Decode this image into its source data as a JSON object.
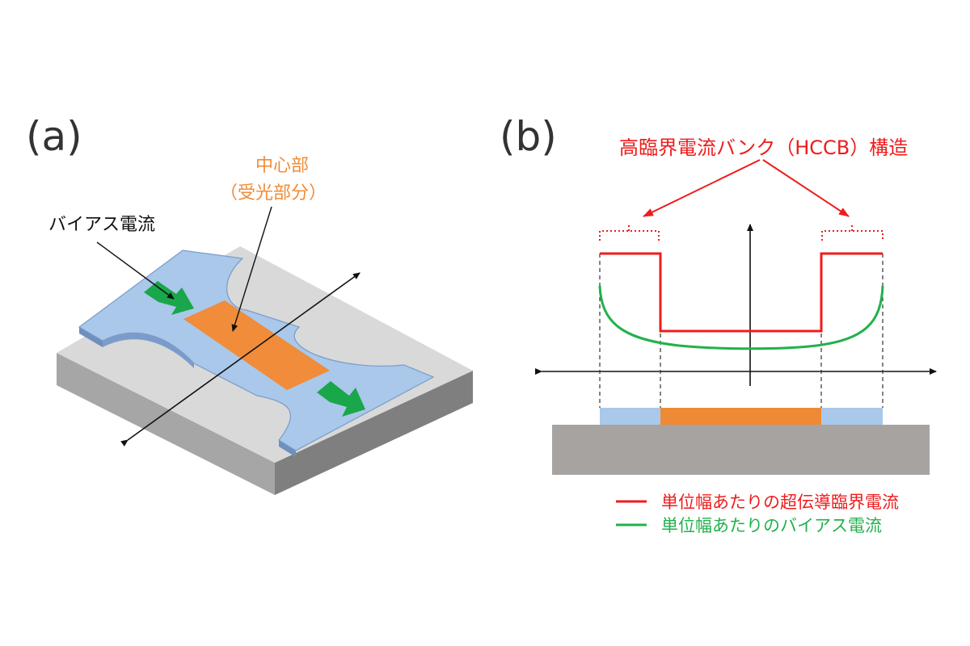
{
  "panel_a": {
    "label": "(a)",
    "center_title": "中心部",
    "center_subtitle": "（受光部分）",
    "bias_label": "バイアス電流"
  },
  "panel_b": {
    "label": "(b)",
    "hccb_label": "高臨界電流バンク（HCCB）構造",
    "legend": {
      "critical": "単位幅あたりの超伝導臨界電流",
      "bias": "単位幅あたりのバイアス電流"
    }
  },
  "colors": {
    "substrate_top": "#d9d9d9",
    "substrate_left": "#a6a6a6",
    "substrate_right": "#7f7f7f",
    "film": "#a9c8ea",
    "film_edge": "#7a9cc8",
    "center": "#f08c3a",
    "arrow_green": "#1aa64a",
    "critical_red": "#ee1c1c",
    "bias_green": "#22b14c",
    "label_orange": "#f08c3a",
    "annotation_red": "#ee1c1c"
  }
}
